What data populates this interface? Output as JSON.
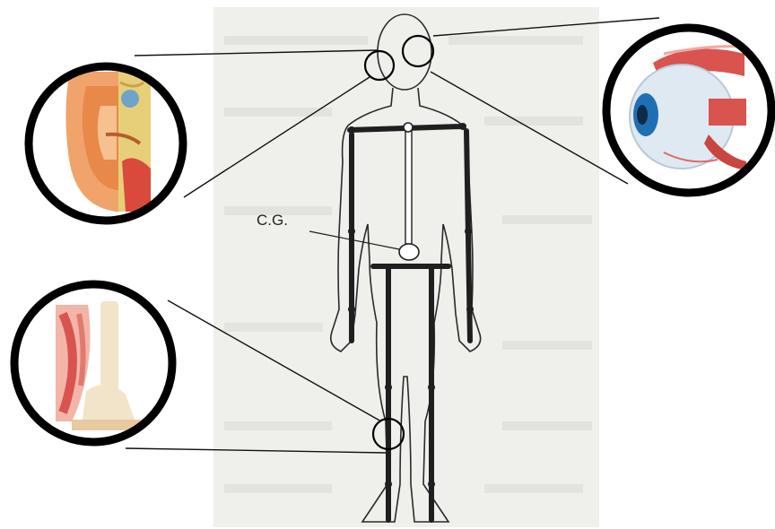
{
  "diagram": {
    "cg_label": "C.G."
  },
  "callouts": [
    {
      "id": "ear",
      "icon": "ear-anatomy-icon"
    },
    {
      "id": "eye",
      "icon": "eye-anatomy-icon"
    },
    {
      "id": "knee",
      "icon": "knee-anatomy-icon"
    }
  ],
  "colors": {
    "paper": "#efefec",
    "ink": "#1f1f1f",
    "skin": "#f0a36b",
    "muscle": "#d9534f",
    "iris": "#1f6fb5"
  }
}
